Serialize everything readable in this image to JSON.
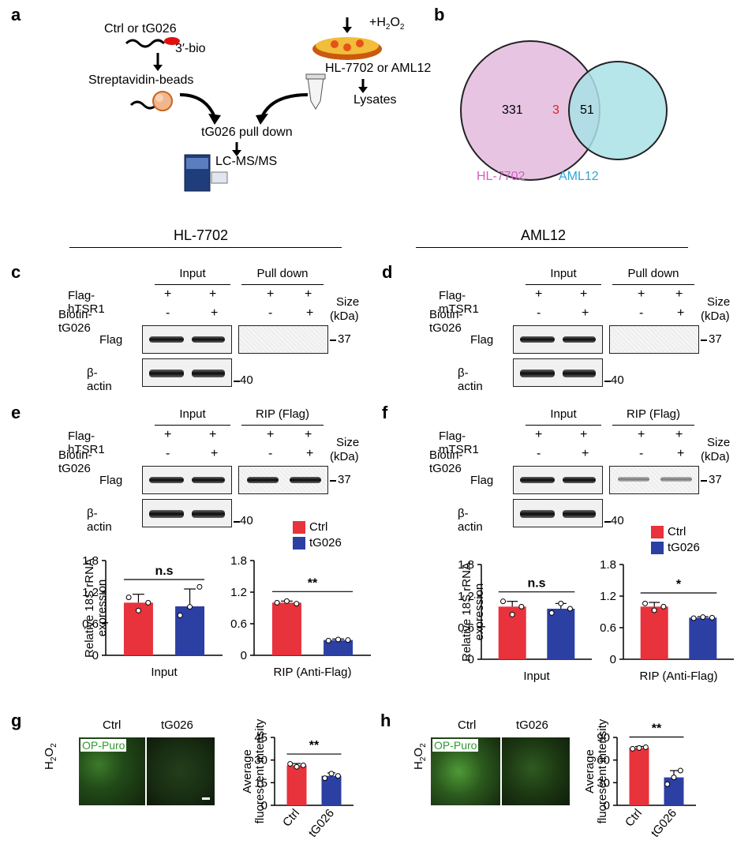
{
  "panels": {
    "a": "a",
    "b": "b",
    "c": "c",
    "d": "d",
    "e": "e",
    "f": "f",
    "g": "g",
    "h": "h"
  },
  "schematic": {
    "ctrl_label": "Ctrl or tG026",
    "bio_label": "3′-bio",
    "beads_label": "Streptavidin-beads",
    "h2o2_label": "+H2O2",
    "cells_label": "HL-7702 or AML12",
    "lysates_label": "Lysates",
    "pulldown_label": "tG026 pull down",
    "lcms_label": "LC-MS/MS"
  },
  "venn": {
    "left_count": "331",
    "overlap_count": "3",
    "right_count": "51",
    "left_label": "HL-7702",
    "right_label": "AML12",
    "left_color": "#e7c5e2",
    "right_color": "#a9e0e6",
    "overlap_text_color": "#e02020"
  },
  "section_titles": {
    "left": "HL-7702",
    "right": "AML12"
  },
  "blots": {
    "c": {
      "group1": "Input",
      "group2": "Pull down",
      "row1": "Flag-hTSR1",
      "row2": "Biotin-tG026",
      "row3": "Flag",
      "row4": "β-actin",
      "r1": [
        "+",
        "+",
        "+",
        "+"
      ],
      "r2": [
        "-",
        "+",
        "-",
        "+"
      ],
      "size": "Size",
      "kda": "(kDa)",
      "m37": "37",
      "m40": "40"
    },
    "d": {
      "group1": "Input",
      "group2": "Pull down",
      "row1": "Flag-mTSR1",
      "row2": "Biotin-tG026",
      "row3": "Flag",
      "row4": "β-actin",
      "r1": [
        "+",
        "+",
        "+",
        "+"
      ],
      "r2": [
        "-",
        "+",
        "-",
        "+"
      ],
      "size": "Size",
      "kda": "(kDa)",
      "m37": "37",
      "m40": "40"
    },
    "e": {
      "group1": "Input",
      "group2": "RIP (Flag)",
      "row1": "Flag-hTSR1",
      "row2": "Biotin-tG026",
      "row3": "Flag",
      "row4": "β-actin",
      "r1": [
        "+",
        "+",
        "+",
        "+"
      ],
      "r2": [
        "-",
        "+",
        "-",
        "+"
      ],
      "size": "Size",
      "kda": "(kDa)",
      "m37": "37",
      "m40": "40"
    },
    "f": {
      "group1": "Input",
      "group2": "RIP (Flag)",
      "row1": "Flag-mTSR1",
      "row2": "Biotin-tG026",
      "row3": "Flag",
      "row4": "β-actin",
      "r1": [
        "+",
        "+",
        "+",
        "+"
      ],
      "r2": [
        "-",
        "+",
        "-",
        "+"
      ],
      "size": "Size",
      "kda": "(kDa)",
      "m37": "37",
      "m40": "40"
    }
  },
  "legend": {
    "ctrl": "Ctrl",
    "tg": "tG026",
    "ctrl_color": "#e8323c",
    "tg_color": "#2c3fa3"
  },
  "micro": {
    "ctrl": "Ctrl",
    "tg": "tG026",
    "stain": "OP-Puro",
    "treatment": "H2O2"
  },
  "chart_data": [
    {
      "id": "e-input",
      "type": "bar",
      "categories": [
        "Ctrl",
        "tG026"
      ],
      "values": [
        1.0,
        0.93
      ],
      "errors": [
        0.16,
        0.33
      ],
      "points": [
        [
          1.1,
          0.85,
          1.0
        ],
        [
          0.76,
          0.92,
          1.3
        ]
      ],
      "ylim": [
        0,
        1.8
      ],
      "yticks": [
        "0",
        "0.6",
        "1.2",
        "1.8"
      ],
      "ylabel": "Relative 18S rRNA expression",
      "xlabel": "Input",
      "sig": "n.s"
    },
    {
      "id": "e-rip",
      "type": "bar",
      "categories": [
        "Ctrl",
        "tG026"
      ],
      "values": [
        1.0,
        0.29
      ],
      "errors": [
        0.03,
        0.02
      ],
      "points": [
        [
          1.0,
          1.03,
          0.98
        ],
        [
          0.28,
          0.3,
          0.29
        ]
      ],
      "ylim": [
        0,
        1.8
      ],
      "yticks": [
        "0",
        "0.6",
        "1.2",
        "1.8"
      ],
      "ylabel": "",
      "xlabel": "RIP (Anti-Flag)",
      "sig": "**"
    },
    {
      "id": "f-input",
      "type": "bar",
      "categories": [
        "Ctrl",
        "tG026"
      ],
      "values": [
        1.0,
        0.96
      ],
      "errors": [
        0.1,
        0.1
      ],
      "points": [
        [
          1.1,
          0.85,
          1.0
        ],
        [
          0.88,
          1.06,
          0.96
        ]
      ],
      "ylim": [
        0,
        1.8
      ],
      "yticks": [
        "0",
        "0.6",
        "1.2",
        "1.8"
      ],
      "ylabel": "Relative 18S rRNA expression",
      "xlabel": "Input",
      "sig": "n.s"
    },
    {
      "id": "f-rip",
      "type": "bar",
      "categories": [
        "Ctrl",
        "tG026"
      ],
      "values": [
        1.0,
        0.79
      ],
      "errors": [
        0.08,
        0.02
      ],
      "points": [
        [
          1.06,
          0.93,
          1.0
        ],
        [
          0.78,
          0.8,
          0.79
        ]
      ],
      "ylim": [
        0,
        1.8
      ],
      "yticks": [
        "0",
        "0.6",
        "1.2",
        "1.8"
      ],
      "ylabel": "",
      "xlabel": "RIP (Anti-Flag)",
      "sig": "*"
    },
    {
      "id": "g",
      "type": "bar",
      "categories": [
        "Ctrl",
        "tG026"
      ],
      "values": [
        26.5,
        19.5
      ],
      "errors": [
        1.2,
        2.0
      ],
      "points": [
        [
          27.5,
          25.5,
          26.5
        ],
        [
          18,
          21,
          19.5
        ]
      ],
      "ylim": [
        0,
        45
      ],
      "yticks": [
        "0",
        "15",
        "30",
        "45"
      ],
      "ylabel": "Average fluorescent intensity",
      "xlabel": "",
      "sig": "**"
    },
    {
      "id": "h",
      "type": "bar",
      "categories": [
        "Ctrl",
        "tG026"
      ],
      "values": [
        76,
        37
      ],
      "errors": [
        2,
        9
      ],
      "points": [
        [
          75,
          76,
          77
        ],
        [
          28,
          37,
          46
        ]
      ],
      "ylim": [
        0,
        90
      ],
      "yticks": [
        "0",
        "30",
        "60",
        "90"
      ],
      "ylabel": "Average fluorescent intensity",
      "xlabel": "",
      "sig": "**"
    }
  ]
}
